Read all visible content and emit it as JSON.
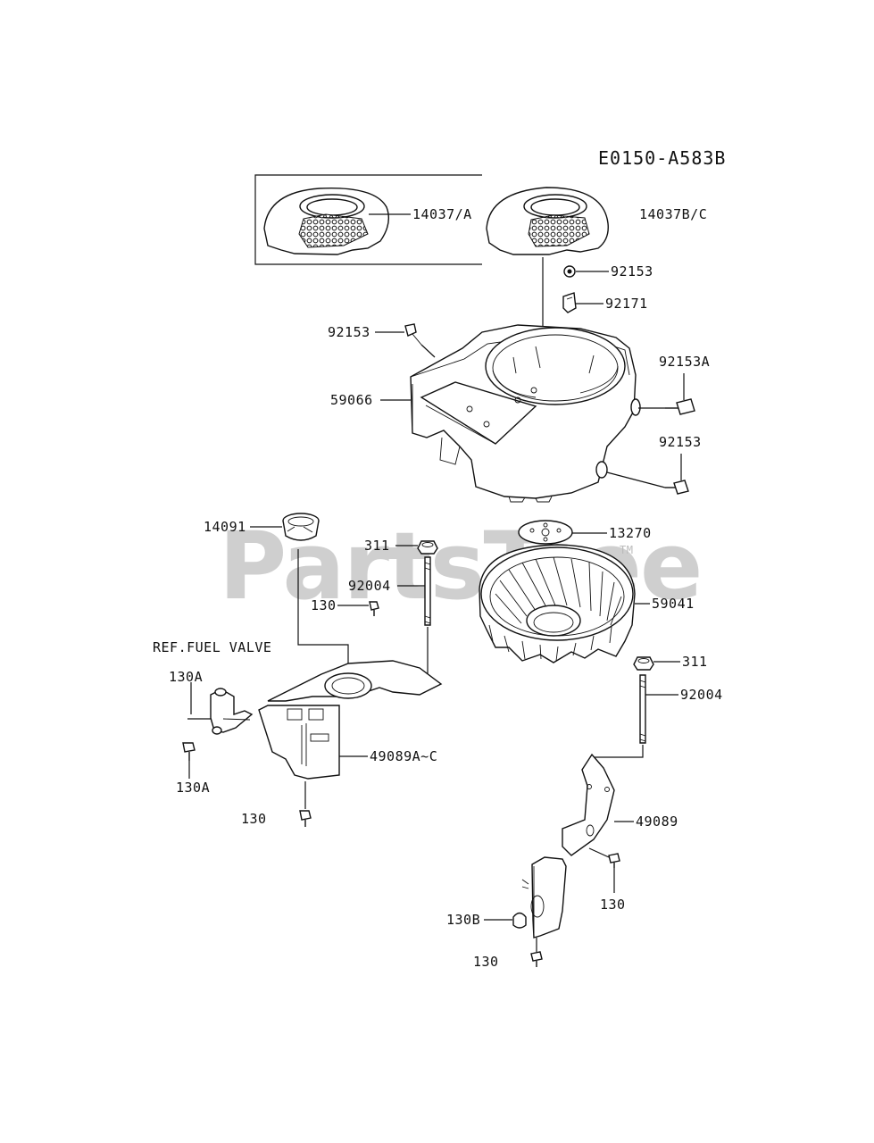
{
  "diagram_code": "E0150-A583B",
  "watermark": "PartsTree",
  "watermark_tm": "TM",
  "ref_note": "REF.FUEL VALVE",
  "labels": {
    "p14037a": "14037/A",
    "p14037bc": "14037B/C",
    "p92153_top": "92153",
    "p92171": "92171",
    "p92153_left": "92153",
    "p92153a": "92153A",
    "p59066": "59066",
    "p92153_right": "92153",
    "p14091": "14091",
    "p311_left": "311",
    "p13270": "13270",
    "p92004_left": "92004",
    "p130_mid": "130",
    "p59041": "59041",
    "p130a_top": "130A",
    "p311_right": "311",
    "p92004_right": "92004",
    "p49089ac": "49089A~C",
    "p130a_bottom": "130A",
    "p130_left": "130",
    "p49089": "49089",
    "p130_right": "130",
    "p130b": "130B",
    "p130_bottom": "130"
  },
  "colors": {
    "line": "#111111",
    "part_fill": "#ffffff",
    "shade": "#9a9a9a",
    "watermark": "#cfcfcf"
  }
}
